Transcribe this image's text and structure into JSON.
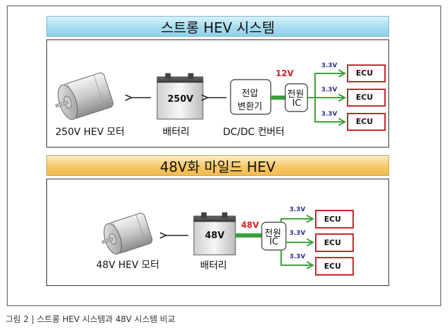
{
  "strong_hev": {
    "title": "스트롱 HEV 시스템",
    "motor_label": "250V HEV 모터",
    "battery_voltage": "250V",
    "battery_label": "배터리",
    "converter_text_line1": "전압",
    "converter_text_line2": "변환기",
    "converter_label": "DC/DC 컨버터",
    "bus_voltage": "12V",
    "power_ic_line1": "전원",
    "power_ic_line2": "IC",
    "rail_voltages": [
      "3.3V",
      "3.3V",
      "3.3V"
    ],
    "ecus": [
      "ECU",
      "ECU",
      "ECU"
    ]
  },
  "mild_hev": {
    "title": "48V화 마일드 HEV",
    "motor_label": "48V HEV 모터",
    "battery_voltage": "48V",
    "battery_label": "배터리",
    "bus_voltage": "48V",
    "power_ic_line1": "전원",
    "power_ic_line2": "IC",
    "rail_voltages": [
      "3.3V",
      "3.3V",
      "3.3V"
    ],
    "ecus": [
      "ECU",
      "ECU",
      "ECU"
    ]
  },
  "caption": "그림 2 | 스트롱 HEV 시스템과 48V 시스템 비교",
  "colors": {
    "arrow_green": "#3aa336",
    "ecu_border": "#c0282d",
    "bus_label_red": "#d42020",
    "rail_label_blue": "#2b2f8f"
  }
}
